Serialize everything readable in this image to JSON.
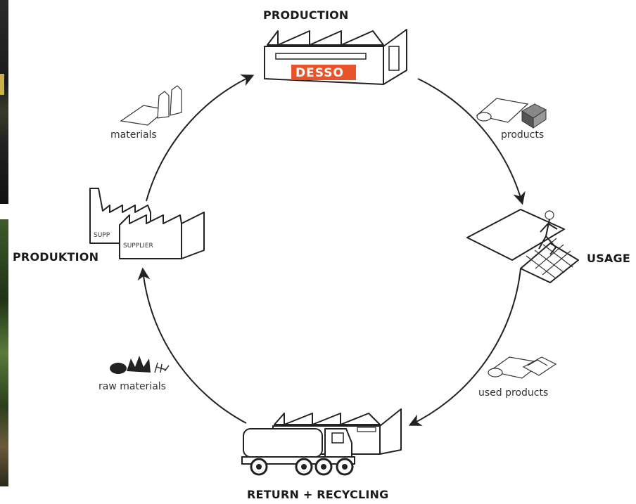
{
  "stages": {
    "production": "PRODUCTION",
    "usage": "USAGE",
    "return_recycling": "RETURN + RECYCLING",
    "produktion": "PRODUKTION"
  },
  "flows": {
    "products": "products",
    "used_products": "used products",
    "raw_materials": "raw materials",
    "materials": "materials"
  },
  "factory_brand": "DESSO",
  "supplier_labels": [
    "SUPP",
    "SUPPLIER"
  ],
  "colors": {
    "brand": "#e8542a",
    "line": "#222222"
  }
}
